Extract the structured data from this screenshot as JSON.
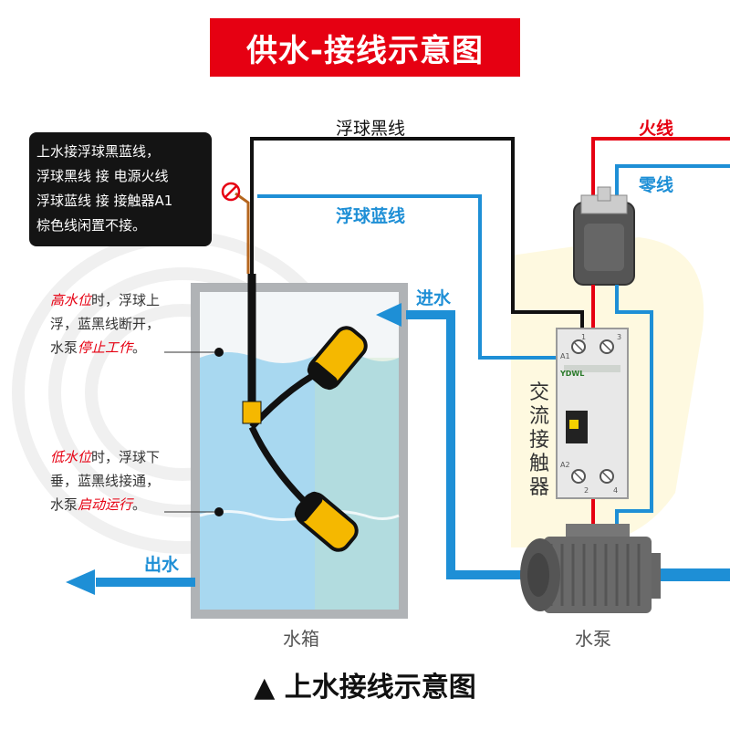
{
  "title": "供水-接线示意图",
  "note": {
    "lines": [
      "上水接浮球黑蓝线，",
      "浮球黑线 接 电源火线",
      "浮球蓝线 接 接触器A1",
      "棕色线闲置不接。"
    ]
  },
  "high_level": {
    "line1_red": "高水位",
    "line1_rest": "时，浮球上",
    "line2": "浮，蓝黑线断开，",
    "line3_prefix": "水泵",
    "line3_red": "停止工作",
    "line3_suffix": "。"
  },
  "low_level": {
    "line1_red": "低水位",
    "line1_rest": "时，浮球下",
    "line2": "垂，蓝黑线接通，",
    "line3_prefix": "水泵",
    "line3_red": "启动运行",
    "line3_suffix": "。"
  },
  "labels": {
    "black_wire": "浮球黑线",
    "blue_wire": "浮球蓝线",
    "live_wire": "火线",
    "neutral_wire": "零线",
    "water_in": "进水",
    "water_out": "出水",
    "tank": "水箱",
    "pump": "水泵",
    "contactor": [
      "交",
      "流",
      "接",
      "触",
      "器"
    ]
  },
  "contactor_panel": {
    "brand": "YDWL",
    "terminal_a1": "A1",
    "terminal_a2": "A2",
    "terminal_1": "1",
    "terminal_2": "2",
    "terminal_3": "3",
    "terminal_4": "4"
  },
  "bottom_title_mark": "▲",
  "bottom_title": "上水接线示意图",
  "colors": {
    "red": "#e60012",
    "blue": "#1e8fd6",
    "black": "#111111",
    "water": "#a8d8f0",
    "float": "#f5b800"
  }
}
